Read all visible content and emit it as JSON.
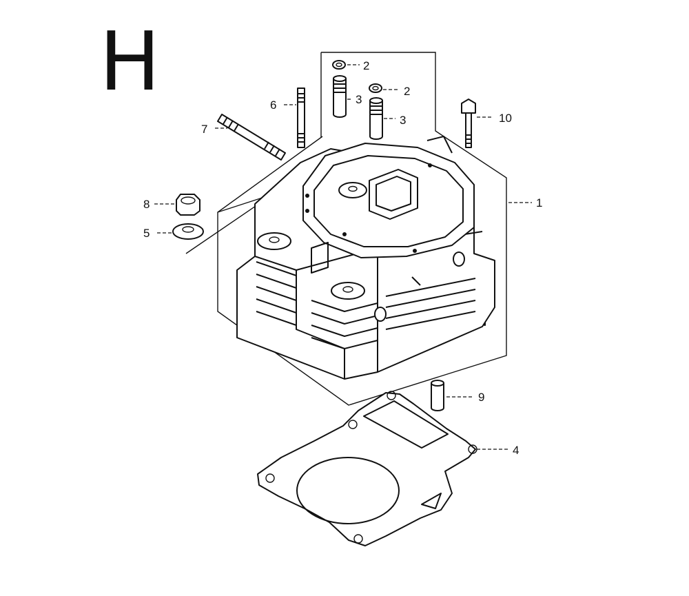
{
  "section_letter": "H",
  "callouts": [
    {
      "id": "c1",
      "number": "1"
    },
    {
      "id": "c2a",
      "number": "2"
    },
    {
      "id": "c2b",
      "number": "2"
    },
    {
      "id": "c3a",
      "number": "3"
    },
    {
      "id": "c3b",
      "number": "3"
    },
    {
      "id": "c4",
      "number": "4"
    },
    {
      "id": "c5",
      "number": "5"
    },
    {
      "id": "c6",
      "number": "6"
    },
    {
      "id": "c7",
      "number": "7"
    },
    {
      "id": "c8",
      "number": "8"
    },
    {
      "id": "c9",
      "number": "9"
    },
    {
      "id": "c10",
      "number": "10"
    }
  ],
  "colors": {
    "ink": "#111111",
    "paper": "#ffffff"
  }
}
